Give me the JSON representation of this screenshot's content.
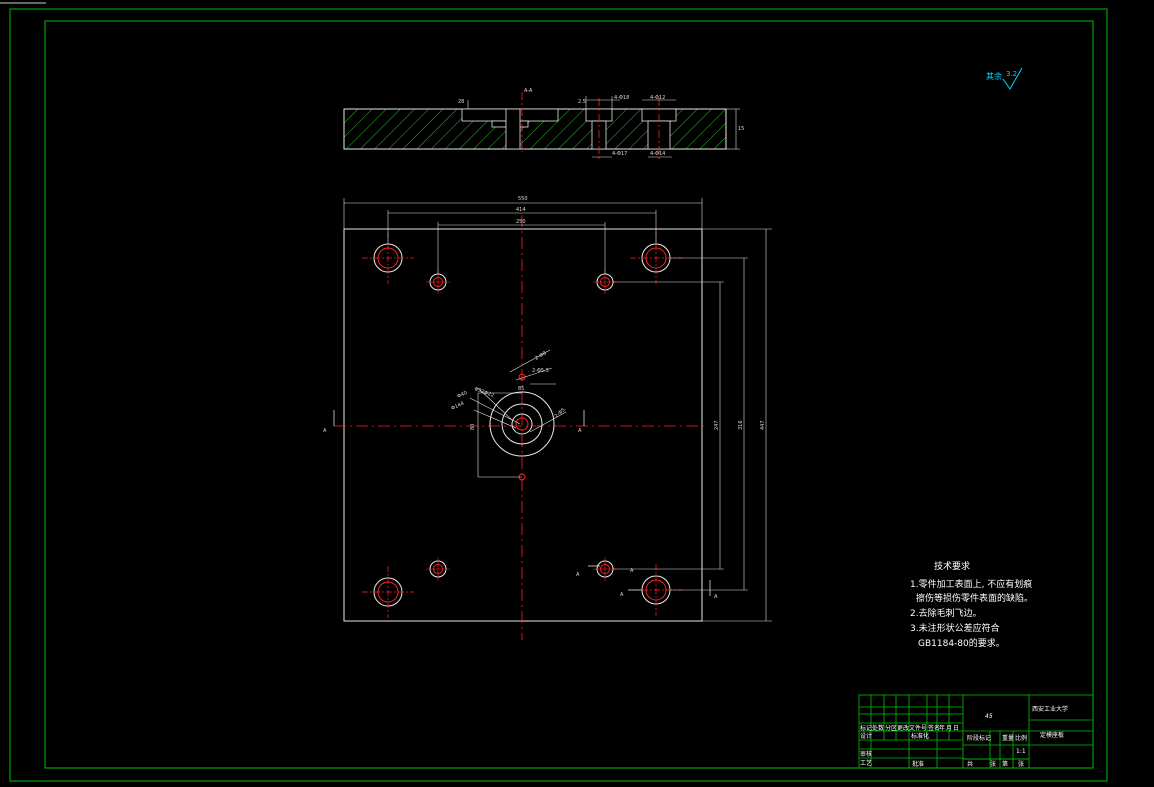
{
  "section_label": "A-A",
  "view_marker": "A",
  "section_dims": {
    "left_step": "28",
    "top_left": "4-Φ18",
    "top_right": "4-Φ12",
    "bottom_left": "4-Φ17",
    "bottom_right": "4-Φ14",
    "left_small": "2.5",
    "thickness": "15"
  },
  "plan_dims": {
    "width_total": "550",
    "width_mid": "414",
    "width_inner": "250",
    "height_total": "447",
    "height_mid": "316",
    "height_inner": "247",
    "center_box": "85",
    "center_box_v": "80",
    "hole_a": "2-Φ8",
    "hole_b": "2-Φ5.5",
    "hole_c": "Φ40",
    "hole_d": "Φ144",
    "hole_e": "Φ32Φ22",
    "hole_f": "2-Φ5"
  },
  "roughness": {
    "label": "其余",
    "value": "3.2"
  },
  "tech_req": {
    "title": "技术要求",
    "items": [
      "1.零件加工表面上, 不应有划痕",
      "擦伤等损伤零件表面的缺陷。",
      "2.去除毛刺飞边。",
      "3.未注形状公差应符合",
      "GB1184-80的要求。"
    ]
  },
  "title_block": {
    "material": "45",
    "school": "西安工业大学",
    "part_name": "定模座板",
    "rev_headers": [
      "标记",
      "处数",
      "分区",
      "更改文件号",
      "签名",
      "年",
      "月",
      "日"
    ],
    "row_labels": [
      "设计",
      "审核",
      "工艺"
    ],
    "std_label": "标准化",
    "approve_label": "批准",
    "stage_headers": [
      "阶段标记",
      "重量",
      "比例"
    ],
    "scale": "1:1",
    "sheet_labels": [
      "共",
      "张",
      "第",
      "张"
    ]
  }
}
